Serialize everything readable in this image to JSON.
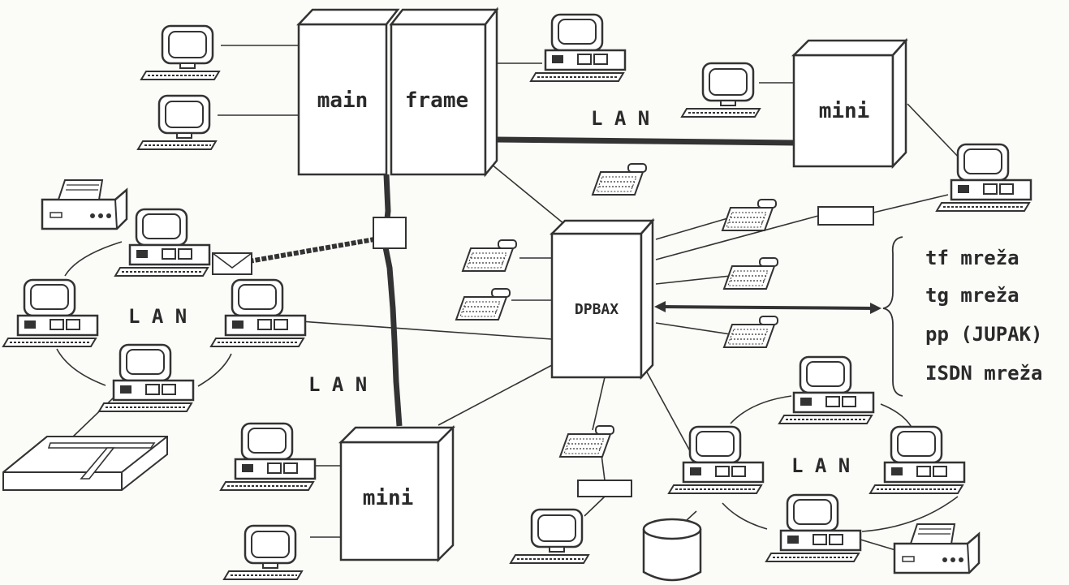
{
  "labels": {
    "main": "main",
    "frame": "frame",
    "mini_top": "mini",
    "mini_bottom": "mini",
    "dpbax": "DPBAX",
    "lan_top": "L A N",
    "lan_left": "L A N",
    "lan_center": "L A N",
    "lan_right": "L A N"
  },
  "external_networks": [
    "tf mreža",
    "tg mreža",
    "pp (JUPAK)",
    "ISDN mreža"
  ]
}
